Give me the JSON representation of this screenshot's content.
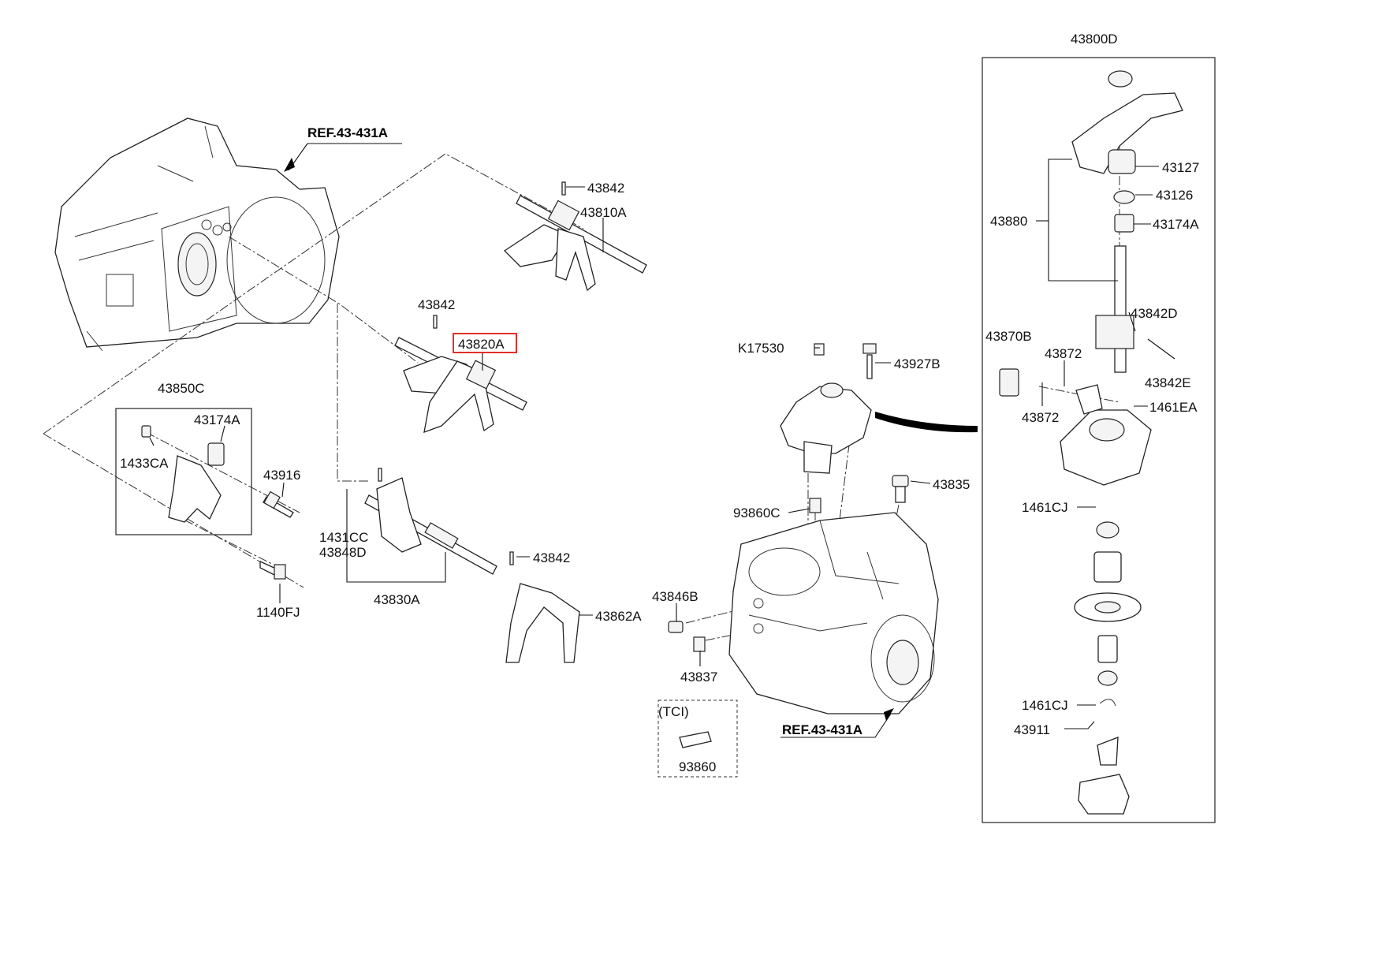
{
  "references": {
    "ref_top": "REF.43-431A",
    "ref_bottom": "REF.43-431A"
  },
  "labels": {
    "p43800D": "43800D",
    "p43127": "43127",
    "p43126": "43126",
    "p43880": "43880",
    "p43174A_right": "43174A",
    "p43842D": "43842D",
    "p43870B": "43870B",
    "p43872_top": "43872",
    "p43842E": "43842E",
    "p43872_bottom": "43872",
    "p1461EA": "1461EA",
    "p1461CJ_top": "1461CJ",
    "p1461CJ_bottom": "1461CJ",
    "p43911": "43911",
    "p43842_a": "43842",
    "p43810A": "43810A",
    "p43842_b": "43842",
    "p43820A": "43820A",
    "p43850C": "43850C",
    "p43174A_left": "43174A",
    "p1433CA": "1433CA",
    "p43916": "43916",
    "p1140FJ": "1140FJ",
    "p1431CC": "1431CC",
    "p43848D": "43848D",
    "p43842_c": "43842",
    "p43830A": "43830A",
    "p43862A": "43862A",
    "pK17530": "K17530",
    "p43927B": "43927B",
    "p93860C": "93860C",
    "p43835": "43835",
    "p43846B": "43846B",
    "p43837": "43837",
    "tci": "(TCI)",
    "p93860": "93860"
  },
  "highlight": {
    "part": "43820A",
    "color": "#e0312b"
  }
}
